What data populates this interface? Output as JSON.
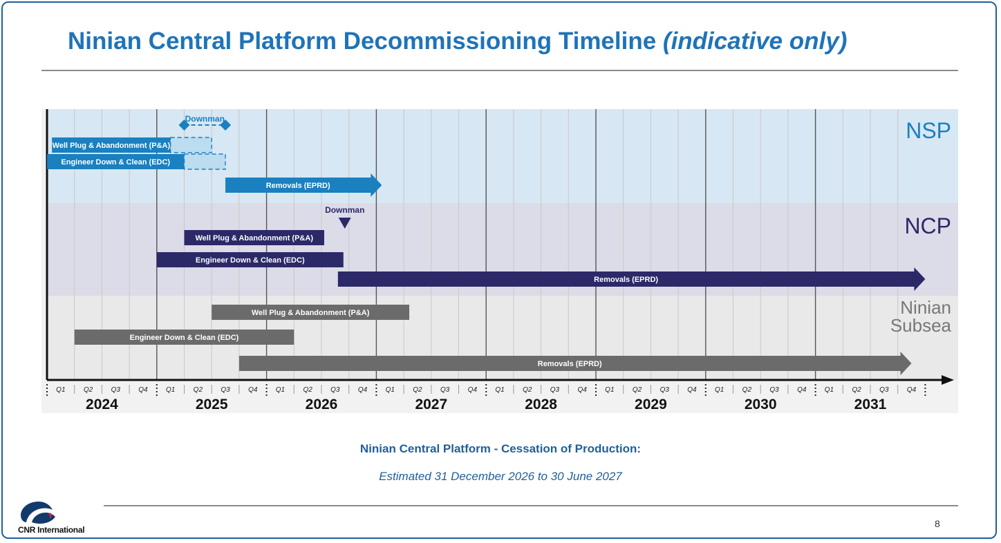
{
  "slide": {
    "title_main": "Ninian Central Platform Decommissioning Timeline ",
    "title_italic": "(indicative only)",
    "cop_title": "Ninian Central Platform - Cessation of Production:",
    "cop_subtitle": "Estimated 31 December 2026  to  30 June 2027",
    "page_number": "8",
    "logo_text": "CNR International"
  },
  "colors": {
    "title": "#1f73b8",
    "nsp_band": "#d7e7f3",
    "ncp_band": "#dcdbe8",
    "subsea_band": "#e9e9e9",
    "nsp_bar": "#1a80c0",
    "ncp_bar": "#2b2967",
    "subsea_bar": "#6b6b6b"
  },
  "chart_data": {
    "type": "gantt",
    "years": [
      "2024",
      "2025",
      "2026",
      "2027",
      "2028",
      "2029",
      "2030",
      "2031"
    ],
    "quarters": [
      "Q1",
      "Q2",
      "Q3",
      "Q4"
    ],
    "groups": [
      {
        "name": "NSP",
        "tasks": [
          {
            "label": "Well Plug & Abandonment (P&A)",
            "start": 0.18,
            "end": 4.5,
            "ext_end": 6.0,
            "arrow": false
          },
          {
            "label": "Engineer Down & Clean (EDC)",
            "start": 0.0,
            "end": 5.0,
            "ext_end": 6.5,
            "arrow": false
          },
          {
            "label": "Removals (EPRD)",
            "start": 6.5,
            "end": 12.2,
            "arrow": true
          }
        ],
        "milestones": [
          {
            "label": "Downman",
            "type": "range",
            "start": 5.0,
            "end": 6.5
          }
        ]
      },
      {
        "name": "NCP",
        "tasks": [
          {
            "label": "Well Plug & Abandonment (P&A)",
            "start": 5.0,
            "end": 10.1,
            "arrow": false
          },
          {
            "label": "Engineer Down & Clean (EDC)",
            "start": 4.0,
            "end": 10.8,
            "arrow": false
          },
          {
            "label": "Removals (EPRD)",
            "start": 10.6,
            "end": 32.0,
            "arrow": true
          }
        ],
        "milestones": [
          {
            "label": "Downman",
            "type": "point",
            "at": 10.85
          }
        ]
      },
      {
        "name": "Ninian Subsea",
        "tasks": [
          {
            "label": "Well Plug & Abandonment (P&A)",
            "start": 6.0,
            "end": 13.2,
            "arrow": false
          },
          {
            "label": "Engineer Down & Clean (EDC)",
            "start": 1.0,
            "end": 9.0,
            "arrow": false
          },
          {
            "label": "Removals (EPRD)",
            "start": 7.0,
            "end": 31.5,
            "arrow": true
          }
        ],
        "milestones": []
      }
    ]
  }
}
